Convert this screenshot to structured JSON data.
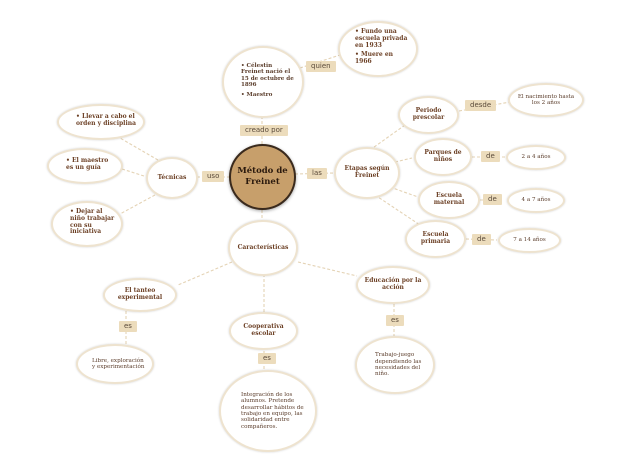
{
  "central": {
    "title": "Método de Freinet"
  },
  "branches": {
    "creado_por": {
      "node_lines": [
        "Célestin Freinet nació el 15 de octubre de 1896",
        "Maestro"
      ],
      "link_label": "creado por",
      "quien": {
        "link_label": "quien",
        "node_lines": [
          "Fundo una escuela privada en 1933",
          "Muere en 1966"
        ]
      }
    },
    "tecnicas": {
      "title": "Técnicas",
      "link_label": "uso",
      "items": [
        {
          "lines": [
            "Llevar a cabo el orden y disciplina"
          ]
        },
        {
          "lines": [
            "El maestro es un guía"
          ]
        },
        {
          "lines": [
            "Dejar al niño trabajar con su iniciativa"
          ]
        }
      ]
    },
    "etapas": {
      "title": "Etapas según Freinet",
      "link_label": "las",
      "stages": [
        {
          "name": "Periodo prescolar",
          "link": "desde",
          "value": "El nacimiento hasta los 2 años"
        },
        {
          "name": "Parques de niños",
          "link": "de",
          "value": "2 a 4 años"
        },
        {
          "name": "Escuela maternal",
          "link": "de",
          "value": "4 a 7 años"
        },
        {
          "name": "Escuela primaria",
          "link": "de",
          "value": "7 a 14 años"
        }
      ]
    },
    "caracteristicas": {
      "title": "Características",
      "children": [
        {
          "name": "El tanteo experimental",
          "link": "es",
          "value": "Libre, exploración y experimentación"
        },
        {
          "name": "Cooperativa escolar",
          "link": "es",
          "value": "Integración de los alumnos. Pretende desarrollar hábitos de trabajo en equipo, las solidaridad entre compañeros."
        },
        {
          "name": "Educación por la acción",
          "link": "es",
          "value": "Trabajo-juego dependiendo las necesidades del niño."
        }
      ]
    }
  },
  "colors": {
    "central_fill": "#c79f6b",
    "link_fill": "#ecdcbc",
    "node_border": "#eee3cf",
    "edge": "#e4d3b5",
    "text": "#6b3f24"
  }
}
